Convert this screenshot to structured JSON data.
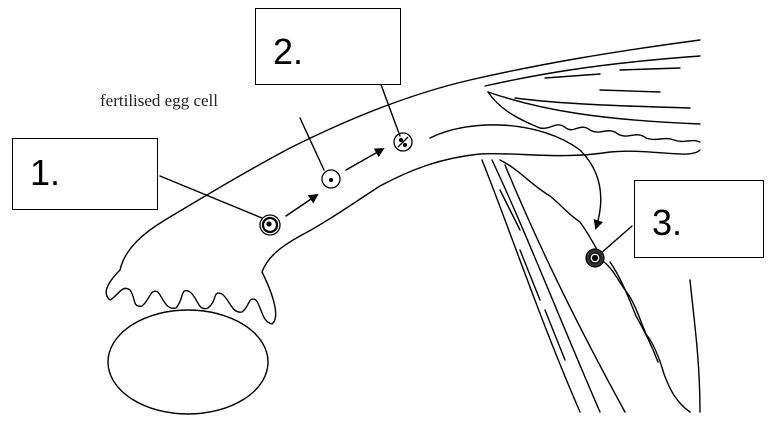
{
  "diagram": {
    "caption": "fertilised egg cell",
    "labels": [
      {
        "id": "1",
        "text": "1."
      },
      {
        "id": "2",
        "text": "2."
      },
      {
        "id": "3",
        "text": "3."
      }
    ]
  }
}
